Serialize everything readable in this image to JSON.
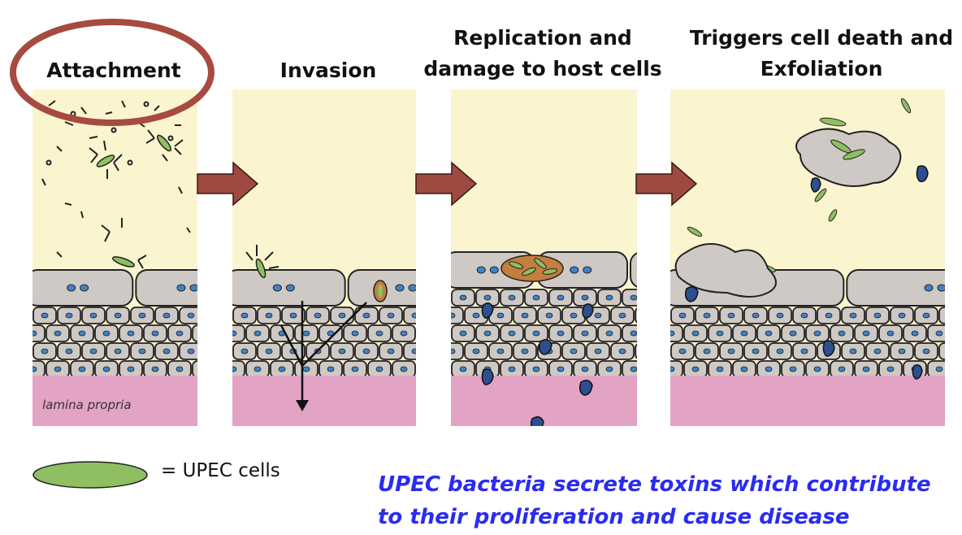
{
  "stages": [
    {
      "title": "Attachment"
    },
    {
      "title": "Invasion"
    },
    {
      "title": "Replication and damage to host cells"
    },
    {
      "title": "Triggers cell death and Exfoliation"
    }
  ],
  "lamina_label": "lamina propria",
  "legend": {
    "label": "= UPEC cells",
    "icon": "green-oval"
  },
  "caption": "UPEC bacteria secrete toxins which contribute to their proliferation and cause disease",
  "colors": {
    "background_fluid": "#fbf5cf",
    "cell_fill": "#cfc9c6",
    "lamina": "#e3a3c4",
    "bacteria": "#8fbf60",
    "nucleus": "#3f83c6",
    "arrow": "#9e4a40",
    "highlight_ring": "#a74a40",
    "caption_text": "#2a2cf0"
  }
}
